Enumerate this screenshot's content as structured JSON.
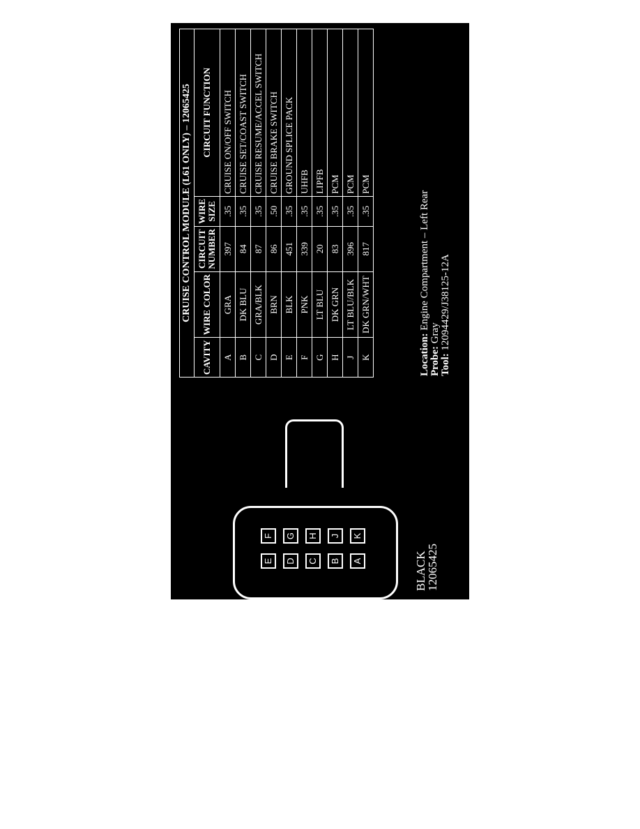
{
  "connector": {
    "color_label": "BLACK",
    "part_number": "12065425",
    "pins_top": [
      "E",
      "D",
      "C",
      "B",
      "A"
    ],
    "pins_bottom": [
      "F",
      "G",
      "H",
      "J",
      "K"
    ]
  },
  "table": {
    "title": "CRUISE CONTROL MODULE (L61 ONLY) – 12065425",
    "headers": [
      "CAVITY",
      "WIRE COLOR",
      "CIRCUIT NUMBER",
      "WIRE SIZE",
      "CIRCUIT FUNCTION"
    ],
    "rows": [
      [
        "A",
        "GRA",
        "397",
        ".35",
        "CRUISE ON/OFF SWITCH"
      ],
      [
        "B",
        "DK BLU",
        "84",
        ".35",
        "CRUISE SET/COAST SWITCH"
      ],
      [
        "C",
        "GRA/BLK",
        "87",
        ".35",
        "CRUISE RESUME/ACCEL SWITCH"
      ],
      [
        "D",
        "BRN",
        "86",
        ".50",
        "CRUISE BRAKE SWITCH"
      ],
      [
        "E",
        "BLK",
        "451",
        ".35",
        "GROUND SPLICE PACK"
      ],
      [
        "F",
        "PNK",
        "339",
        ".35",
        "UHFB"
      ],
      [
        "G",
        "LT BLU",
        "20",
        ".35",
        "LIPFB"
      ],
      [
        "H",
        "DK GRN",
        "83",
        ".35",
        "PCM"
      ],
      [
        "J",
        "LT BLU/BLK",
        "396",
        ".35",
        "PCM"
      ],
      [
        "K",
        "DK GRN/WHT",
        "817",
        ".35",
        "PCM"
      ]
    ]
  },
  "info": {
    "location_label": "Location:",
    "location_value": "Engine Compartment – Left Rear",
    "probe_label": "Probe:",
    "probe_value": "Gray",
    "tool_label": "Tool:",
    "tool_value": "12094429/J38125-12A"
  }
}
